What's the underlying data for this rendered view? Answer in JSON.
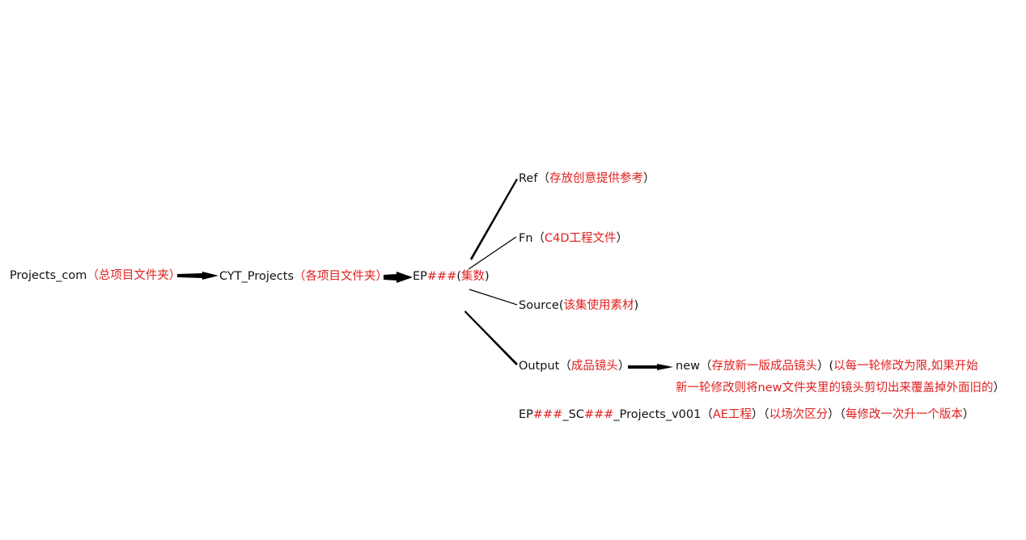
{
  "colors": {
    "text": "#111111",
    "annotation": "#e02020",
    "connector": "#000000"
  },
  "nodes": {
    "root": {
      "name": "Projects_com",
      "note": "（总项目文件夹）"
    },
    "cyt": {
      "name": "CYT_Projects",
      "note": "（各项目文件夹）"
    },
    "ep": {
      "name": "EP",
      "hash": "###",
      "open": "(",
      "note": "集数",
      "close": ")"
    },
    "ref": {
      "name": "Ref",
      "open": "（",
      "note": "存放创意提供参考",
      "close": "）"
    },
    "fn": {
      "name": "Fn",
      "open": "（",
      "note": "C4D工程文件",
      "close": "）"
    },
    "source": {
      "name": "Source",
      "open": "(",
      "note": "该集使用素材",
      "close": ")"
    },
    "output": {
      "name": "Output",
      "open": "（",
      "note": "成品镜头",
      "close": "）"
    },
    "new": {
      "name": "new",
      "open1": "（",
      "note1": "存放新一版成品镜头",
      "close1": "）",
      "open2": "(",
      "note2_line1": "以每一轮修改为限,如果开始",
      "note2_line2": "新一轮修改则将new文件夹里的镜头剪切出来覆盖掉外面旧的",
      "close2": "）"
    },
    "project_file": {
      "ep": "EP",
      "hash1": "###",
      "sc": "_SC",
      "hash2": "###",
      "suffix": "_Projects_v001",
      "open1": "（",
      "note1": "AE工程",
      "close1": "）",
      "open2": "（",
      "note2": "以场次区分",
      "close2": "）",
      "open3": "（",
      "note3": "每修改一次升一个版本",
      "close3": "）"
    }
  }
}
